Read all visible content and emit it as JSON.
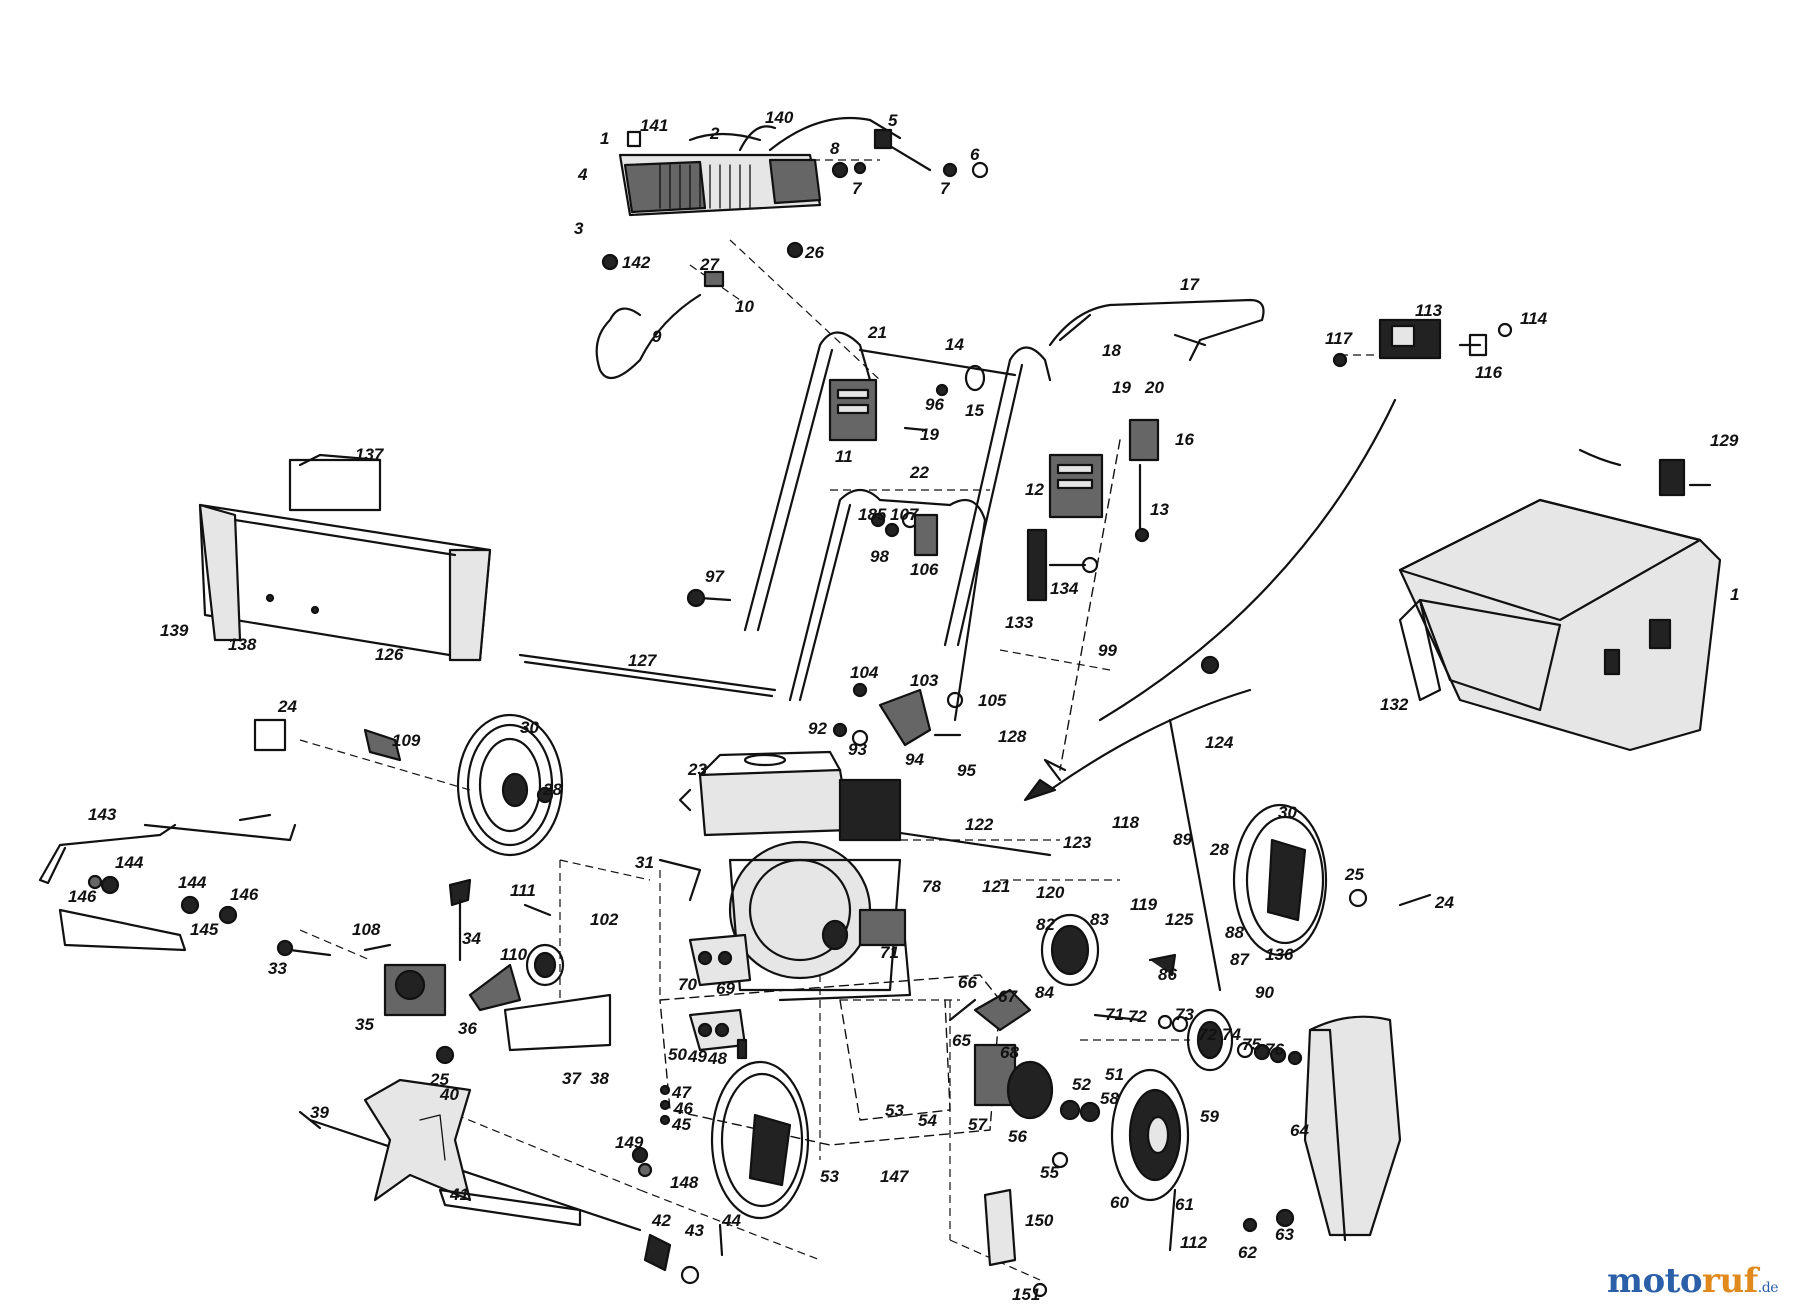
{
  "brand": {
    "name_main": "moto",
    "name_accent": "ruf",
    "tld": ".de"
  },
  "colors": {
    "line": "#111111",
    "brand_blue": "#2b5fa8",
    "brand_orange": "#e08a1e",
    "background": "#ffffff"
  },
  "labels": {
    "p1": "1",
    "p141": "141",
    "p2": "2",
    "p140": "140",
    "p5": "5",
    "p8": "8",
    "p6": "6",
    "p7a": "7",
    "p7b": "7",
    "p4": "4",
    "p3": "3",
    "p142": "142",
    "p26": "26",
    "p27": "27",
    "p10": "10",
    "p9": "9",
    "p17": "17",
    "p113": "113",
    "p114": "114",
    "p117": "117",
    "p116": "116",
    "p21": "21",
    "p14": "14",
    "p18": "18",
    "p19a": "19",
    "p20": "20",
    "p96": "96",
    "p15": "15",
    "p19b": "19",
    "p11": "11",
    "p16": "16",
    "p12": "12",
    "p13": "13",
    "p137": "137",
    "p22": "22",
    "p129": "129",
    "p185": "185",
    "p107": "107",
    "p98": "98",
    "p106": "106",
    "p134": "134",
    "p126": "126",
    "p139": "139",
    "p138": "138",
    "p97": "97",
    "p133": "133",
    "p99": "99",
    "p127": "127",
    "p104": "104",
    "p103": "103",
    "p105": "105",
    "p92": "92",
    "p93": "93",
    "p94": "94",
    "p128": "128",
    "p95": "95",
    "p132": "132",
    "p1r": "1",
    "p124": "124",
    "p24a": "24",
    "p109": "109",
    "p30a": "30",
    "p28a": "28",
    "p23": "23",
    "p122": "122",
    "p143": "143",
    "p144a": "144",
    "p144b": "144",
    "p146a": "146",
    "p146b": "146",
    "p145": "145",
    "p31": "31",
    "p123": "123",
    "p118": "118",
    "p30b": "30",
    "p89": "89",
    "p28b": "28",
    "p25a": "25",
    "p24b": "24",
    "p111": "111",
    "p102": "102",
    "p78": "78",
    "p121": "121",
    "p120": "120",
    "p119": "119",
    "p125": "125",
    "p88": "88",
    "p136": "136",
    "p108": "108",
    "p34": "34",
    "p110": "110",
    "p82": "82",
    "p83": "83",
    "p87": "87",
    "p90": "90",
    "p33": "33",
    "p70": "70",
    "p69": "69",
    "p71a": "71",
    "p86": "86",
    "p84": "84",
    "p66": "66",
    "p67": "67",
    "p35": "35",
    "p36": "36",
    "p65": "65",
    "p71b": "71",
    "p72a": "72",
    "p73": "73",
    "p72b": "72",
    "p74": "74",
    "p75": "75",
    "p76": "76",
    "p25b": "25",
    "p50": "50",
    "p49": "49",
    "p48": "48",
    "p68": "68",
    "p51": "51",
    "p37": "37",
    "p38": "38",
    "p47": "47",
    "p46": "46",
    "p45": "45",
    "p52": "52",
    "p58": "58",
    "p59": "59",
    "p39": "39",
    "p40": "40",
    "p53a": "53",
    "p54": "54",
    "p57": "57",
    "p64": "64",
    "p149": "149",
    "p56": "56",
    "p55": "55",
    "p41": "41",
    "p148": "148",
    "p147": "147",
    "p53b": "53",
    "p60": "60",
    "p61": "61",
    "p42": "42",
    "p43": "43",
    "p44": "44",
    "p150": "150",
    "p112": "112",
    "p62": "62",
    "p63": "63",
    "p151": "151"
  }
}
